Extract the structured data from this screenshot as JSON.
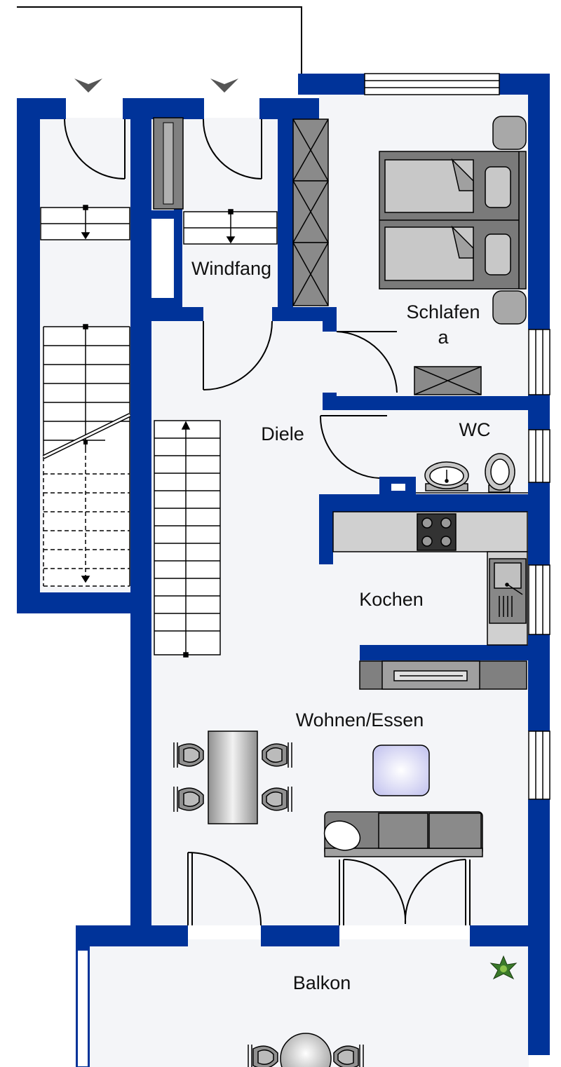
{
  "floorplan": {
    "rooms": {
      "windfang": "Windfang",
      "schlafen_line1": "Schlafen",
      "schlafen_line2": "a",
      "wc": "WC",
      "diele": "Diele",
      "kochen": "Kochen",
      "wohnen_essen": "Wohnen/Essen",
      "balkon": "Balkon"
    },
    "colors": {
      "wall": "#003399",
      "floor": "#f4f5f8",
      "furniture_dark": "#7a7a7a",
      "furniture_mid": "#a8a8a8",
      "furniture_light": "#d0d0d0",
      "line": "#000000",
      "table_lamp": "#dcdcff"
    },
    "icons": {
      "entrance_marker": "chevron-down-icon",
      "plant": "plant-icon"
    }
  }
}
